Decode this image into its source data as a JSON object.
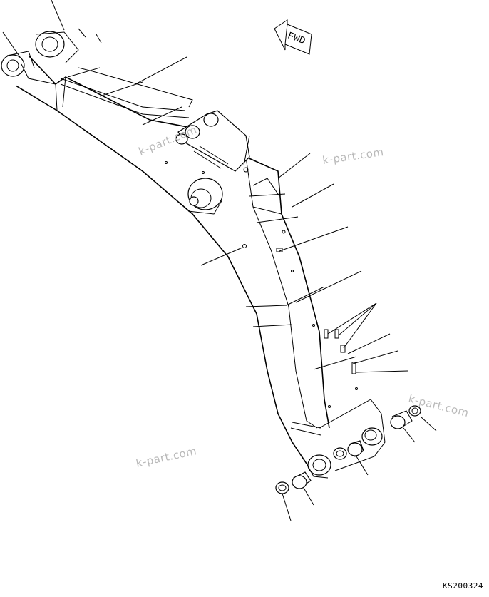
{
  "drawing": {
    "direction_label": "FWD",
    "drawing_code": "KS200324"
  },
  "watermarks": [
    "k-part.com",
    "k-part.com",
    "k-part.com",
    "k-part.com"
  ]
}
